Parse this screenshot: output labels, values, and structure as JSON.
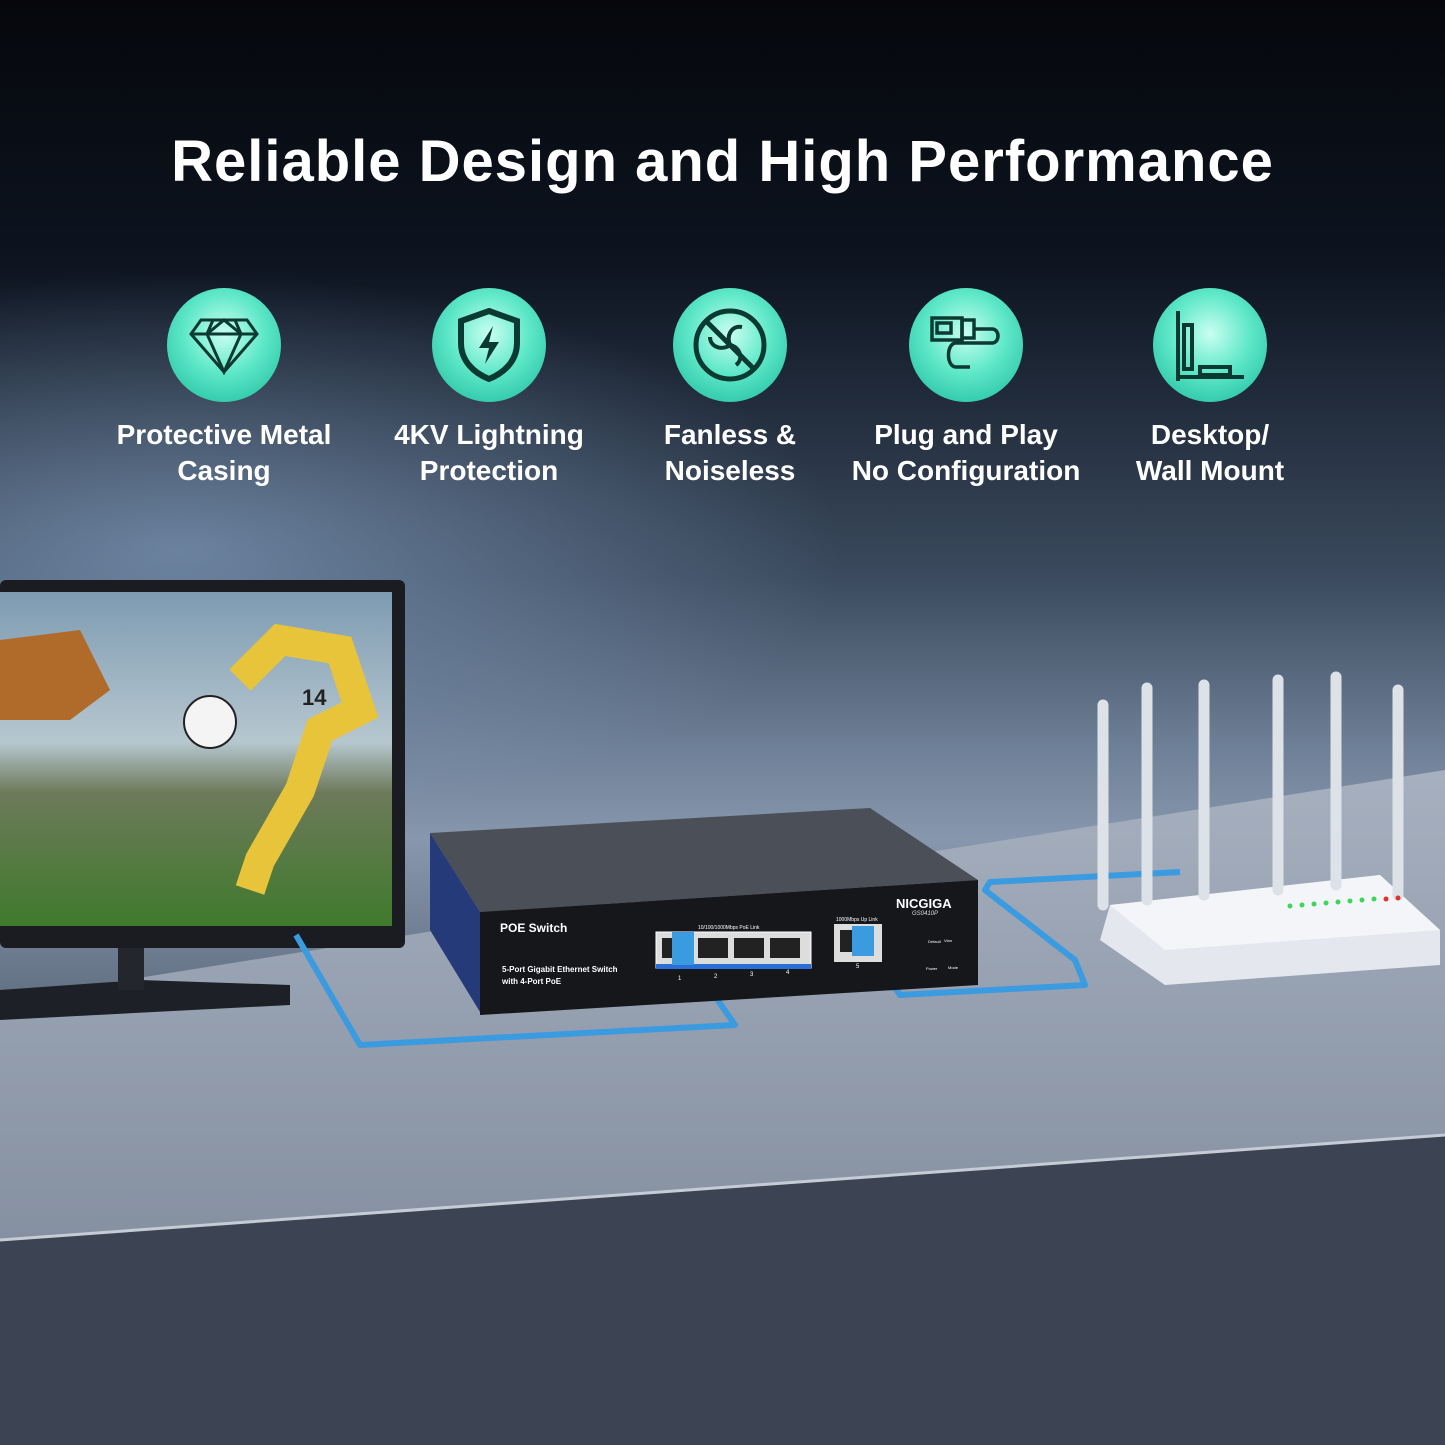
{
  "title": "Reliable Design and High Performance",
  "features": [
    {
      "icon": "diamond-icon",
      "line1": "Protective Metal",
      "line2": "Casing"
    },
    {
      "icon": "lightning-shield-icon",
      "line1": "4KV Lightning",
      "line2": "Protection"
    },
    {
      "icon": "no-fan-icon",
      "line1": "Fanless &",
      "line2": "Noiseless"
    },
    {
      "icon": "ethernet-plug-icon",
      "line1": "Plug and Play",
      "line2": "No Configuration"
    },
    {
      "icon": "wall-mount-icon",
      "line1": "Desktop/",
      "line2": "Wall Mount"
    }
  ],
  "switch": {
    "type": "POE Switch",
    "desc1": "5-Port Gigabit Ethernet Switch",
    "desc2": "with 4-Port PoE",
    "brand": "NICGIGA",
    "model": "GS0410P",
    "poe_link": "10/100/1000Mbps PoE Link",
    "uplink": "1000Mbps Up Link",
    "ports": [
      "1",
      "2",
      "3",
      "4",
      "5"
    ],
    "default": "Default",
    "vlan": "Vlan",
    "power": "Power",
    "mode": "Mode"
  },
  "monitor": {
    "jersey": "14"
  },
  "colors": {
    "accent": "#3ad6b4",
    "cable": "#3a9be0"
  }
}
